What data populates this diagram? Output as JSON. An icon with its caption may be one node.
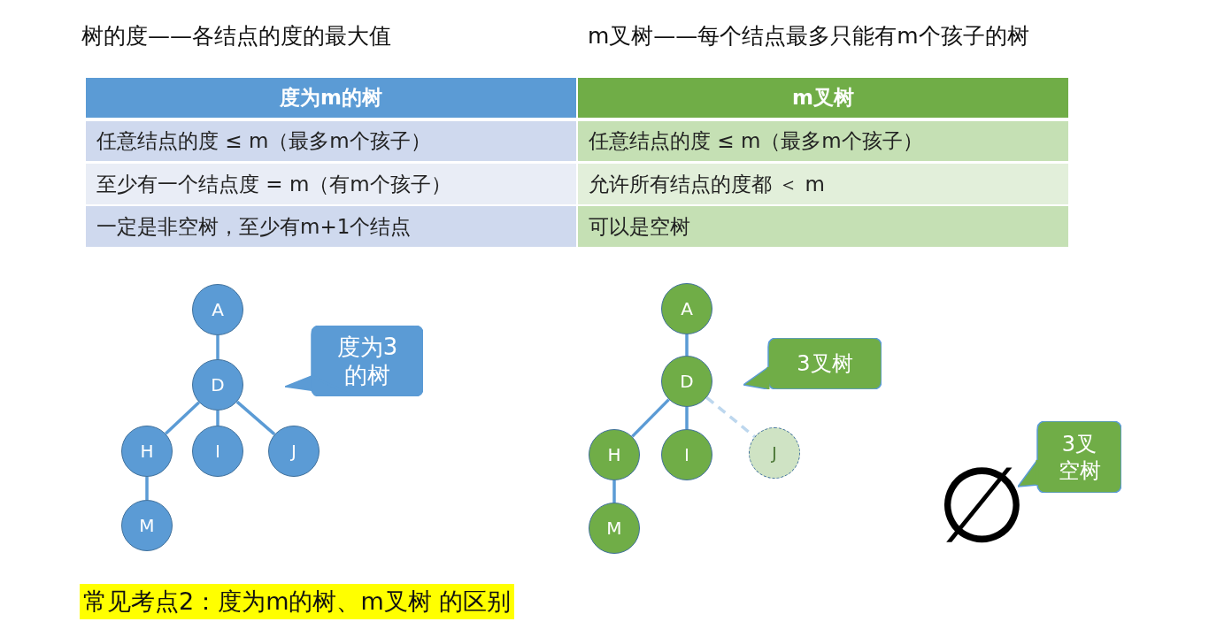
{
  "diagram": {
    "caption": "常见考点2：度为m的树、m叉树 的区别",
    "nodes": [
      {
        "text": [
          "A"
        ]
      },
      {
        "text": [
          "D"
        ]
      },
      {
        "text": [
          "H"
        ]
      },
      {
        "text": [
          "I"
        ]
      },
      {
        "text": [
          "J"
        ]
      },
      {
        "text": [
          "M"
        ]
      },
      {
        "text": [
          "度为3的树"
        ]
      },
      {
        "text": [
          "A"
        ]
      },
      {
        "text": [
          "D"
        ]
      },
      {
        "text": [
          "H"
        ]
      },
      {
        "text": [
          "I"
        ]
      },
      {
        "text": [
          "J"
        ]
      },
      {
        "text": [
          "M"
        ]
      },
      {
        "text": [
          "3叉树"
        ]
      },
      {
        "text": [
          "3叉空树"
        ]
      }
    ],
    "edges": [
      {
        "from": 0,
        "to": 1,
        "arrow": "none"
      },
      {
        "from": 1,
        "to": 2,
        "arrow": "none"
      },
      {
        "from": 1,
        "to": 3,
        "arrow": "none"
      },
      {
        "from": 1,
        "to": 4,
        "arrow": "none"
      },
      {
        "from": 2,
        "to": 5,
        "arrow": "none"
      },
      {
        "from": 7,
        "to": 8,
        "arrow": "none"
      },
      {
        "from": 8,
        "to": 9,
        "arrow": "none"
      },
      {
        "from": 8,
        "to": 10,
        "arrow": "none"
      },
      {
        "from": 8,
        "to": 11,
        "arrow": "none",
        "style": "dashed",
        "color": "#bdd7ee"
      },
      {
        "from": 9,
        "to": 12,
        "arrow": "none"
      }
    ],
    "labels": [
      "树的度——各结点的度的最大值",
      "m叉树——每个结点最多只能有m个孩子的树",
      "度为m的树",
      "m叉树",
      "任意结点的度 ≤ m（最多m个孩子）",
      "任意结点的度 ≤ m（最多m个孩子）",
      "至少有一个结点度 = m（有m个孩子）",
      "允许所有结点的度都 ＜ m",
      "一定是非空树，至少有m+1个结点",
      "可以是空树",
      "∅"
    ]
  }
}
